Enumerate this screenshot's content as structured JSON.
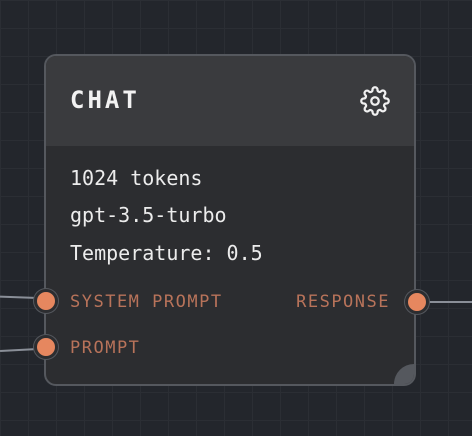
{
  "node": {
    "title": "CHAT",
    "settings_icon": "gear-icon",
    "info": {
      "tokens": "1024 tokens",
      "model": "gpt-3.5-turbo",
      "temperature": "Temperature: 0.5"
    },
    "inputs": {
      "system_prompt": "SYSTEM PROMPT",
      "prompt": "PROMPT"
    },
    "outputs": {
      "response": "RESPONSE"
    }
  },
  "colors": {
    "canvas": "#23262c",
    "node_body": "#2c2d30",
    "node_header": "#3a3b3e",
    "port": "#e6875f",
    "port_label": "#b8735a",
    "wire": "#8a8f98"
  }
}
